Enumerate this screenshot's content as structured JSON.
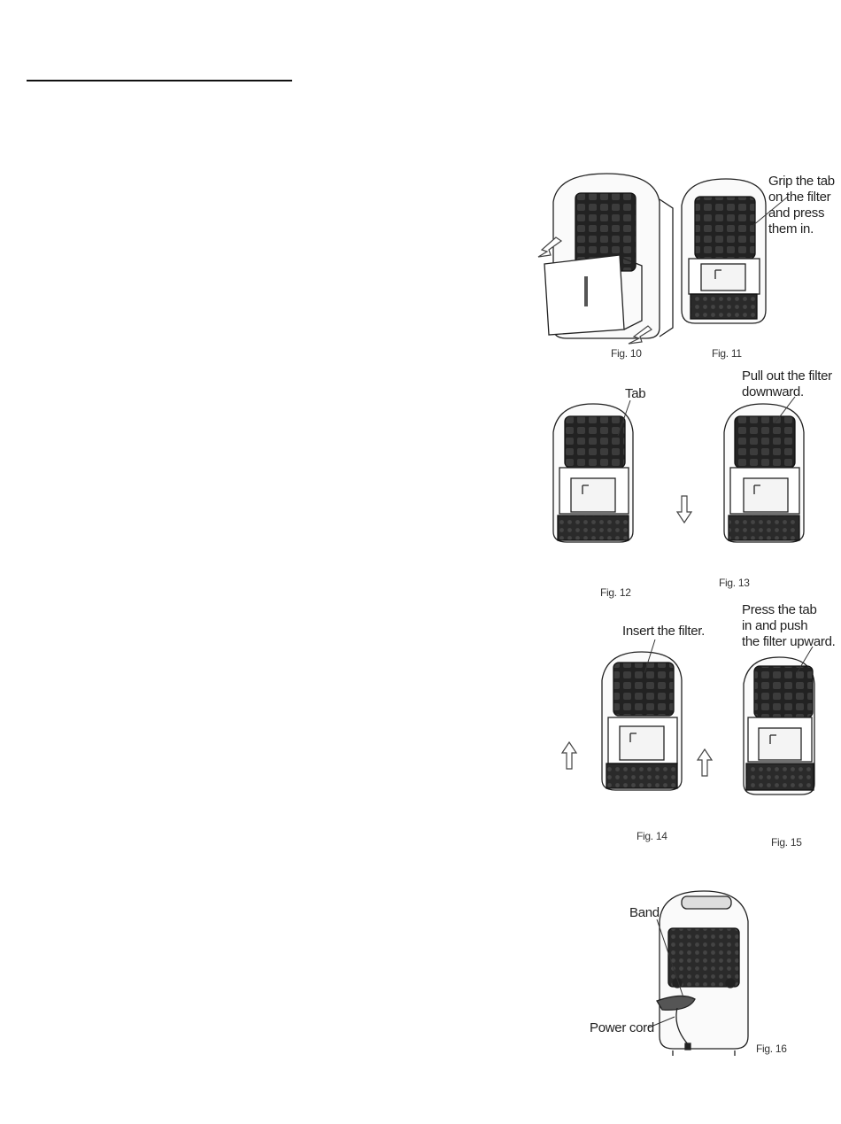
{
  "figures": {
    "fig10": {
      "caption": "Fig. 10"
    },
    "fig11": {
      "caption": "Fig. 11",
      "note": [
        "Grip the tab",
        "on the filter",
        "and press",
        "them in."
      ]
    },
    "fig12": {
      "caption": "Fig. 12",
      "label": "Tab"
    },
    "fig13": {
      "caption": "Fig. 13",
      "note": [
        "Pull out the filter",
        "downward."
      ]
    },
    "fig14": {
      "caption": "Fig. 14",
      "note": "Insert the filter."
    },
    "fig15": {
      "caption": "Fig. 15",
      "note": [
        "Press the tab",
        "in and push",
        "the filter upward."
      ]
    },
    "fig16": {
      "caption": "Fig. 16",
      "band_label": "Band",
      "cord_label": "Power cord"
    }
  },
  "icons": [
    "arrow-out-icon",
    "arrow-down-icon",
    "arrow-up-icon"
  ]
}
